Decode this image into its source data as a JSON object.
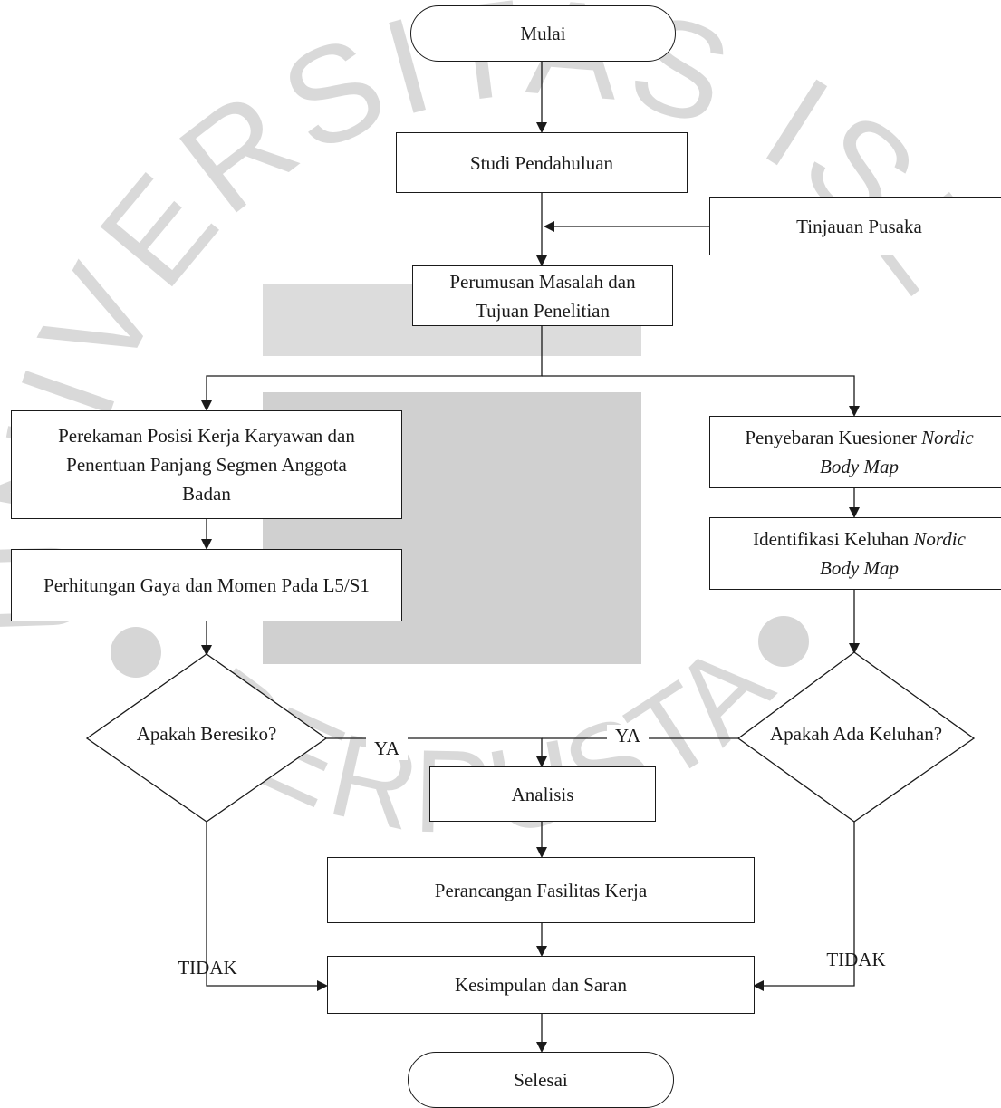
{
  "watermark": {
    "text": "UNIVERSITAS ISLAM BANDUNG",
    "lower_text": "PERPUSTAKAAN",
    "color": "#d6d6d6"
  },
  "nodes": {
    "start": "Mulai",
    "studi": "Studi Pendahuluan",
    "tinjauan": "Tinjauan Pusaka",
    "perumusan_1": "Perumusan Masalah dan",
    "perumusan_2": "Tujuan Penelitian",
    "perekaman_1": "Perekaman Posisi Kerja Karyawan dan",
    "perekaman_2": "Penentuan Panjang Segmen Anggota",
    "perekaman_3": "Badan",
    "perhitungan": "Perhitungan Gaya dan Momen Pada L5/S1",
    "penyebaran_1": "Penyebaran Kuesioner ",
    "penyebaran_1_it": "Nordic",
    "penyebaran_2_it": "Body Map",
    "identifikasi_1": "Identifikasi Keluhan ",
    "identifikasi_1_it": "Nordic",
    "identifikasi_2_it": "Body Map",
    "decision_left": "Apakah Beresiko?",
    "decision_right": "Apakah Ada Keluhan?",
    "analisis": "Analisis",
    "perancangan": "Perancangan Fasilitas Kerja",
    "kesimpulan": "Kesimpulan dan Saran",
    "end": "Selesai"
  },
  "labels": {
    "ya_left": "YA",
    "ya_right": "YA",
    "tidak_left": "TIDAK",
    "tidak_right": "TIDAK"
  },
  "colors": {
    "line": "#1a1a1a",
    "watermark": "#d6d6d6",
    "watermark_square": "#c9c9c9"
  }
}
